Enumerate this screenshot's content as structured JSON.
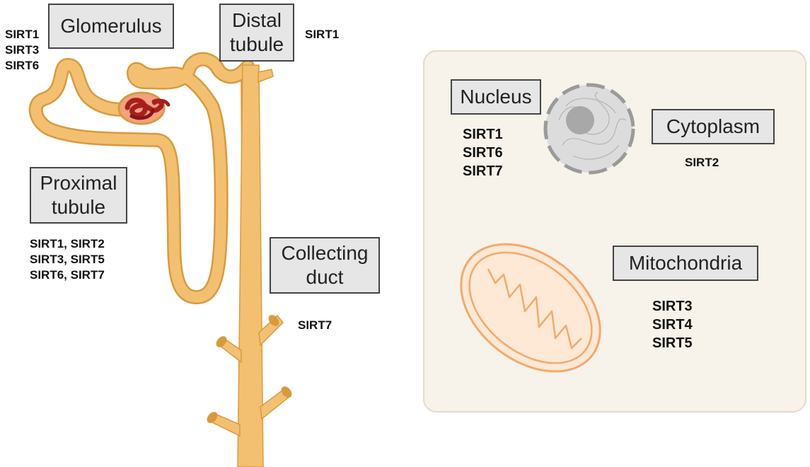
{
  "kidney": {
    "glomerulus": {
      "title": "Glomerulus",
      "sirts": [
        "SIRT1",
        "SIRT3",
        "SIRT6"
      ]
    },
    "distal_tubule": {
      "title_lines": [
        "Distal",
        "tubule"
      ],
      "sirts": [
        "SIRT1"
      ]
    },
    "proximal_tubule": {
      "title_lines": [
        "Proximal",
        "tubule"
      ],
      "sirts": [
        "SIRT1, SIRT2",
        "SIRT3, SIRT5",
        "SIRT6, SIRT7"
      ]
    },
    "collecting_duct": {
      "title_lines": [
        "Collecting",
        "duct"
      ],
      "sirts": [
        "SIRT7"
      ]
    }
  },
  "cell": {
    "nucleus": {
      "title": "Nucleus",
      "sirts": [
        "SIRT1",
        "SIRT6",
        "SIRT7"
      ]
    },
    "cytoplasm": {
      "title": "Cytoplasm",
      "sirts": [
        "SIRT2"
      ]
    },
    "mitochondria": {
      "title": "Mitochondria",
      "sirts": [
        "SIRT3",
        "SIRT4",
        "SIRT5"
      ]
    }
  },
  "colors": {
    "tubule_fill": "#f3c071",
    "tubule_outline": "#d99a3e",
    "glomerulus_red": "#a81f1f",
    "panel_bg": "#f7f3ea",
    "panel_border": "#e4dac8",
    "nucleus_gray": "#cfcfcf",
    "mito_orange": "#f6a86a"
  }
}
